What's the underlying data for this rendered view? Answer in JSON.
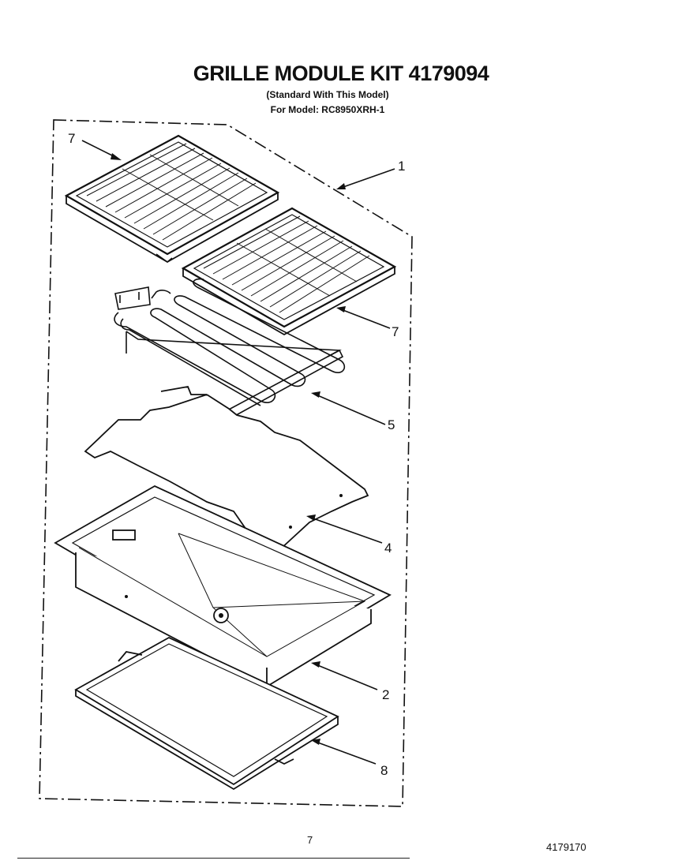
{
  "header": {
    "title": "GRILLE MODULE KIT  4179094",
    "standard_note": "(Standard With This Model)",
    "model_line": "For Model: RC8950XRH-1"
  },
  "callouts": {
    "kit": "1",
    "pan": "2",
    "reflector": "4",
    "element": "5",
    "grate_upper": "7",
    "grate_lower": "7",
    "drip_tray": "8"
  },
  "footer": {
    "page_number": "7",
    "document_number": "4179170"
  }
}
